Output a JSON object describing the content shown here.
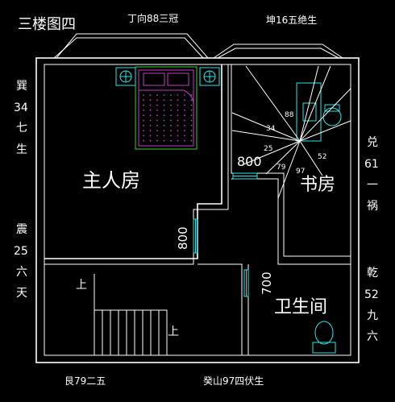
{
  "title": "三楼图四",
  "top_labels": {
    "left": "丁向88三冠",
    "right": "坤16五绝生"
  },
  "side_labels": {
    "left_top": [
      "巽",
      "34",
      "七",
      "生"
    ],
    "left_bottom": [
      "震",
      "25",
      "六",
      "天"
    ],
    "right_top": [
      "兑",
      "61",
      "一",
      "祸"
    ],
    "right_bottom": [
      "乾",
      "52",
      "九",
      "六"
    ]
  },
  "bottom_labels": {
    "left": "艮79二五",
    "right": "癸山97四伏生"
  },
  "rooms": {
    "master": "主人房",
    "study": "书房",
    "bath": "卫生间"
  },
  "doors": {
    "master": "800",
    "study": "800",
    "bath": "700"
  },
  "stairs": {
    "up_1": "上",
    "up_2": "上"
  },
  "sector_numbers": [
    "88",
    "34",
    "25",
    "79",
    "97",
    "52"
  ],
  "colors": {
    "wall": "#ffffff",
    "fixture": "#2ee6e6",
    "bed": "#2fd22f",
    "bed_dots": "#c33cc3"
  }
}
